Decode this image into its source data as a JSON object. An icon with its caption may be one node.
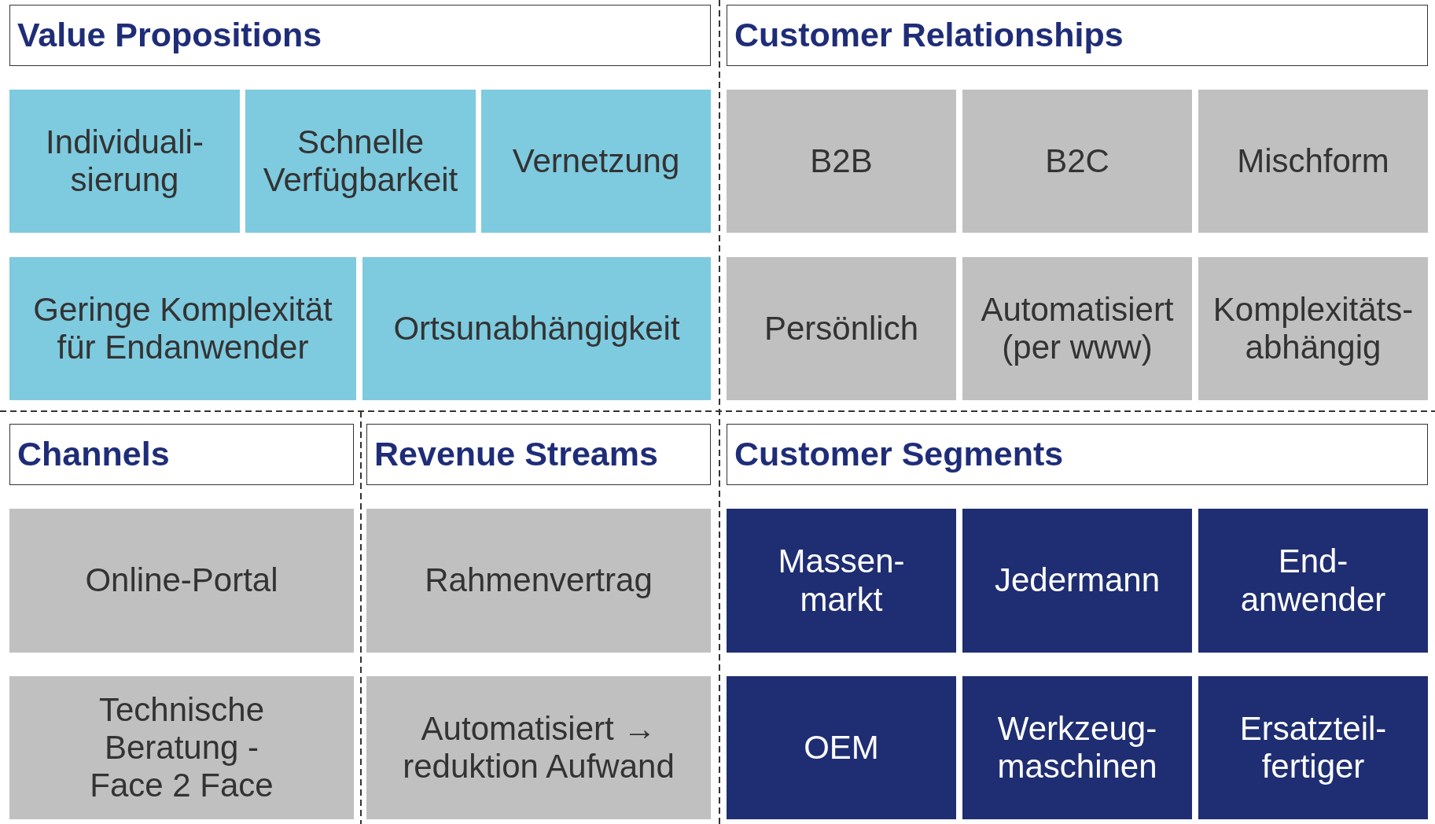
{
  "diagram": {
    "nodes": [
      {
        "text": [
          "Value Propositions"
        ]
      },
      {
        "text": [
          "Individuali- sierung"
        ]
      },
      {
        "text": [
          "Schnelle Verfügbarkeit"
        ]
      },
      {
        "text": [
          "Vernetzung"
        ]
      },
      {
        "text": [
          "Geringe Komplexität für Endanwender"
        ]
      },
      {
        "text": [
          "Ortsunabhängigkeit"
        ]
      },
      {
        "text": [
          "Customer Relationships"
        ]
      },
      {
        "text": [
          "B2B"
        ]
      },
      {
        "text": [
          "B2C"
        ]
      },
      {
        "text": [
          "Mischform"
        ]
      },
      {
        "text": [
          "Persönlich"
        ]
      },
      {
        "text": [
          "Automatisiert (per www)"
        ]
      },
      {
        "text": [
          "Komplexitäts- abhängig"
        ]
      },
      {
        "text": [
          "Channels"
        ]
      },
      {
        "text": [
          "Online-Portal"
        ]
      },
      {
        "text": [
          "Technische Beratung - Face 2 Face"
        ]
      },
      {
        "text": [
          "Revenue Streams"
        ]
      },
      {
        "text": [
          "Rahmenvertrag"
        ]
      },
      {
        "text": [
          "Automatisiert → reduktion Aufwand"
        ]
      },
      {
        "text": [
          "Customer Segments"
        ]
      },
      {
        "text": [
          "Massen- markt"
        ]
      },
      {
        "text": [
          "Jedermann"
        ]
      },
      {
        "text": [
          "End- anwender"
        ]
      },
      {
        "text": [
          "OEM"
        ]
      },
      {
        "text": [
          "Werkzeug- maschinen"
        ]
      },
      {
        "text": [
          "Ersatzteil- fertiger"
        ]
      }
    ]
  }
}
